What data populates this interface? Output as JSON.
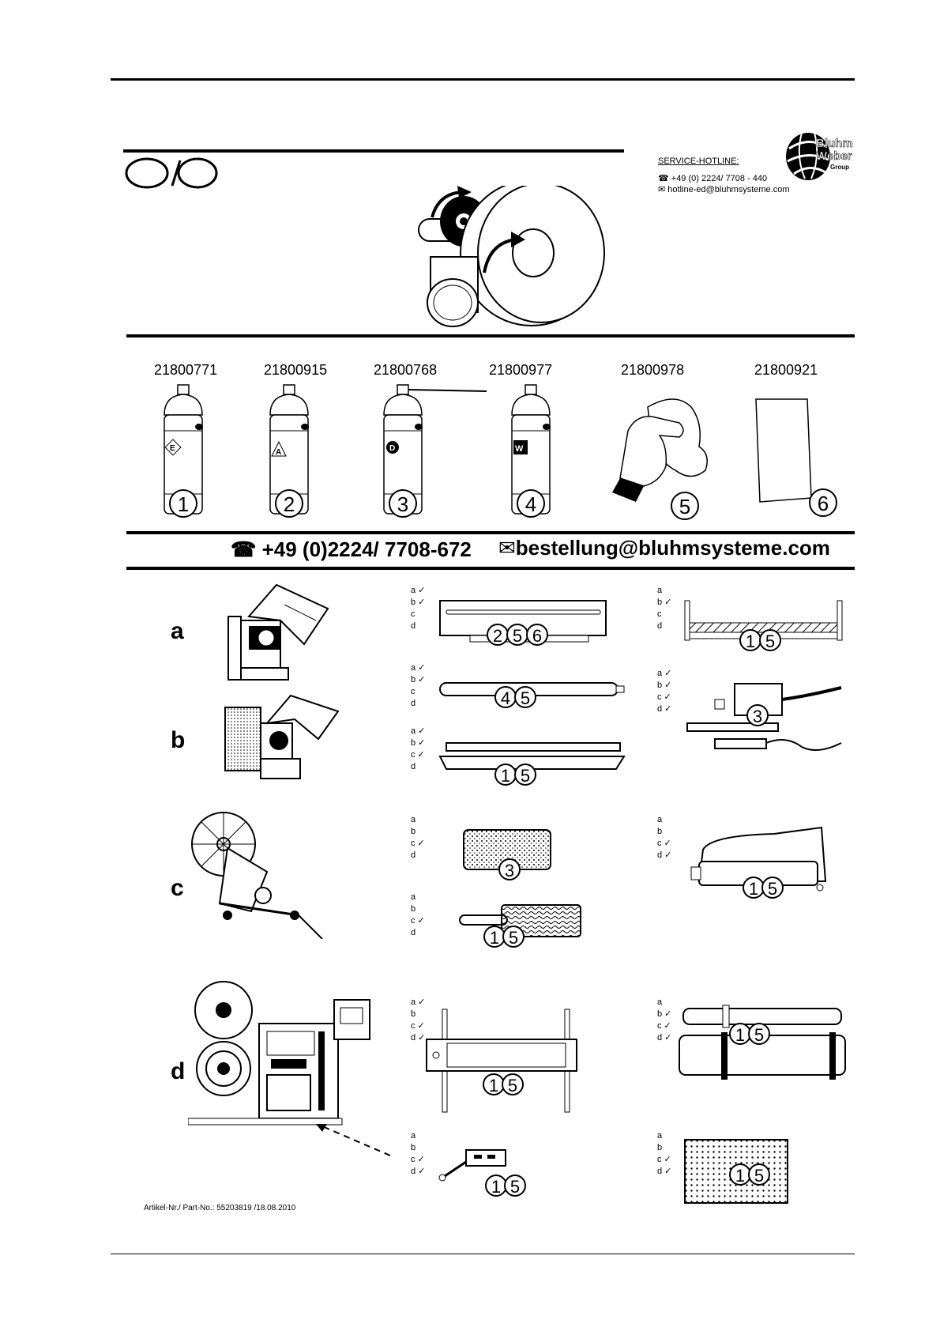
{
  "hotline": {
    "label": "SERVICE-HOTLINE:",
    "phone": "+49 (0) 2224/ 7708 - 440",
    "email": "hotline-ed@bluhmsysteme.com"
  },
  "logo": {
    "line1": "Bluhm",
    "line2": "Weber",
    "line3": "Group"
  },
  "products": [
    {
      "part": "21800771",
      "num": "1",
      "mark": "E"
    },
    {
      "part": "21800915",
      "num": "2",
      "mark": "A"
    },
    {
      "part": "21800768",
      "num": "3",
      "mark": "D"
    },
    {
      "part": "21800977",
      "num": "4",
      "mark": "W"
    },
    {
      "part": "21800978",
      "num": "5"
    },
    {
      "part": "21800921",
      "num": "6"
    }
  ],
  "order": {
    "phone": "+49 (0)2224/ 7708-672",
    "email": "bestellung@bluhmsysteme.com"
  },
  "machines": [
    "a",
    "b",
    "c",
    "d"
  ],
  "checklists": [
    {
      "id": "c1",
      "lines": "a ✓\nb ✓\nc\nd",
      "nums": "256"
    },
    {
      "id": "c2",
      "lines": "a ✓\nb ✓\nc\nd",
      "nums": "45"
    },
    {
      "id": "c3",
      "lines": "a ✓\nb ✓\nc ✓\nd",
      "nums": "15"
    },
    {
      "id": "c4",
      "lines": "a\nb ✓\nc\nd",
      "nums": "15"
    },
    {
      "id": "c5",
      "lines": "a ✓\nb ✓\nc ✓\nd ✓",
      "nums": "3"
    },
    {
      "id": "c6",
      "lines": "a\nb\nc ✓\nd",
      "nums": "3"
    },
    {
      "id": "c7",
      "lines": "a\nb\nc ✓\nd",
      "nums": "15"
    },
    {
      "id": "c8",
      "lines": "a\nb\nc ✓\nd ✓",
      "nums": "15"
    },
    {
      "id": "c9",
      "lines": "a ✓\nb\nc ✓\nd ✓",
      "nums": "15"
    },
    {
      "id": "c10",
      "lines": "a\nb ✓\nc ✓\nd ✓",
      "nums": "15"
    },
    {
      "id": "c11",
      "lines": "a\nb\nc ✓\nd ✓",
      "nums": "15"
    },
    {
      "id": "c12",
      "lines": "a\nb\nc ✓\nd ✓",
      "nums": "15"
    }
  ],
  "footer": "Artikel-Nr./ Part-No.: 55203819 /18.08.2010"
}
